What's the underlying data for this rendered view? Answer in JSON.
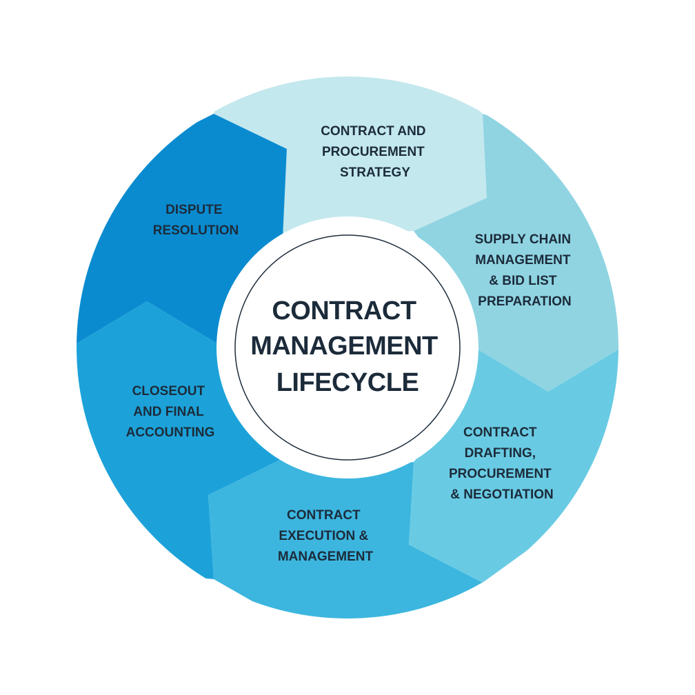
{
  "center": {
    "title_lines": [
      "CONTRACT",
      "MANAGEMENT",
      "LIFECYCLE"
    ]
  },
  "segments": [
    {
      "id": "contract-procurement-strategy",
      "lines": [
        "CONTRACT AND",
        "PROCUREMENT",
        "STRATEGY"
      ],
      "color": "#c3e8ee"
    },
    {
      "id": "supply-chain-management",
      "lines": [
        "SUPPLY CHAIN",
        "MANAGEMENT",
        "& BID LIST",
        "PREPARATION"
      ],
      "color": "#90d4e2"
    },
    {
      "id": "contract-drafting",
      "lines": [
        "CONTRACT",
        "DRAFTING,",
        "PROCUREMENT",
        "& NEGOTIATION"
      ],
      "color": "#69cbe3"
    },
    {
      "id": "contract-execution",
      "lines": [
        "CONTRACT",
        "EXECUTION &",
        "MANAGEMENT"
      ],
      "color": "#3cb6df"
    },
    {
      "id": "closeout-final-accounting",
      "lines": [
        "CLOSEOUT",
        "AND FINAL",
        "ACCOUNTING"
      ],
      "color": "#1ca2d9"
    },
    {
      "id": "dispute-resolution",
      "lines": [
        "DISPUTE",
        "RESOLUTION"
      ],
      "color": "#0a8bd0"
    }
  ]
}
